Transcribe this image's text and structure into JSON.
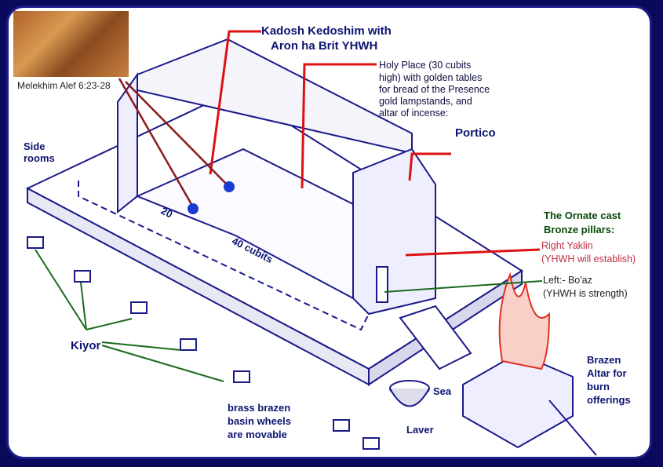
{
  "photo": {
    "caption": "Melekhim Alef 6:23-28"
  },
  "labels": {
    "holy_of_holies": [
      "Kadosh Kedoshim with",
      "Aron ha Brit YHWH"
    ],
    "holy_place": [
      "Holy Place (30 cubits",
      "high) with golden tables",
      "for bread of the Presence",
      "gold lampstands, and",
      "altar of incense:"
    ],
    "portico": "Portico",
    "side_rooms": [
      "Side",
      "rooms"
    ],
    "dim_20": "20",
    "dim_40": "40 cubits",
    "pillars_title": [
      "The Ornate cast",
      "Bronze pillars:"
    ],
    "right_pillar": [
      "Right Yaklin",
      "(YHWH will establish)"
    ],
    "left_pillar": [
      "Left:- Bo'az",
      "(YHWH is strength)"
    ],
    "kiyor": "Kiyor",
    "sea": "Sea",
    "laver": "Laver",
    "altar": [
      "Brazen",
      "Altar for",
      "burn",
      "offerings"
    ],
    "basins": [
      "brass brazen",
      "basin wheels",
      "are movable"
    ]
  },
  "colors": {
    "frame": "#0a0a5c",
    "leader_red": "#dd1111",
    "leader_green": "#1a6a1a",
    "drawing": "#1a1a8a"
  }
}
